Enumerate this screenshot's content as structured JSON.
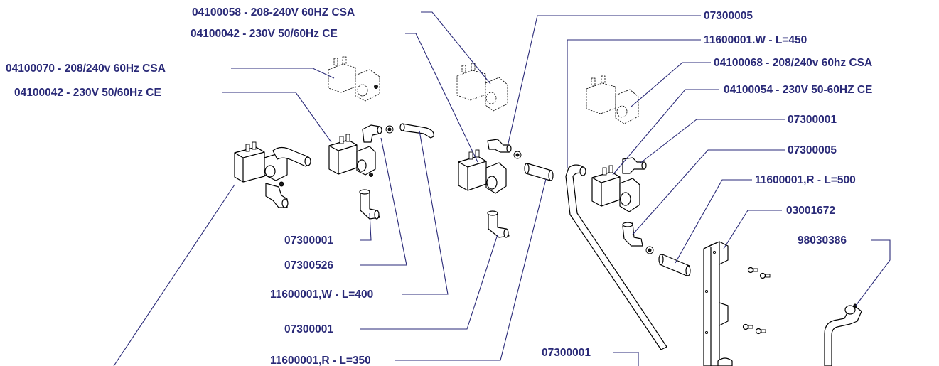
{
  "labels": {
    "valve_csa_top": "04100058 - 208-240V 60HZ CSA",
    "valve_ce_top": "04100042 - 230V 50/60Hz CE",
    "valve_csa_left": "04100070 - 208/240v 60Hz CSA",
    "valve_ce_left": "04100042 - 230V 50/60Hz CE",
    "elbow_center_a": "07300001",
    "fitting_526": "07300526",
    "hose_w_400": "11600001,W - L=400",
    "elbow_center_b": "07300001",
    "hose_r_350": "11600001,R - L=350",
    "elbow_bottom": "07300001",
    "elbow_top": "07300005",
    "hose_w_450": "11600001.W - L=450",
    "valve_csa_right": "04100068 - 208/240v 60hz CSA",
    "valve_ce_right": "04100054 - 230V 50-60HZ CE",
    "elbow_right_a": "07300001",
    "elbow_right_b": "07300005",
    "hose_r_500": "11600001,R - L=500",
    "bracket": "03001672",
    "pipe_fitting": "98030386"
  },
  "colors": {
    "label": "#2a2a78",
    "line": "#000000"
  }
}
